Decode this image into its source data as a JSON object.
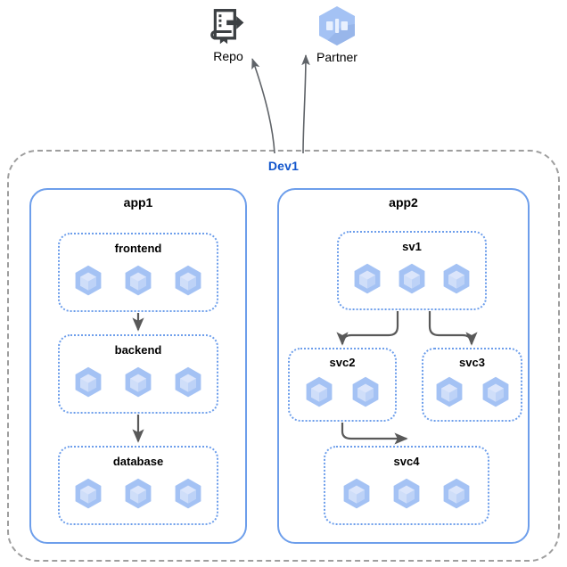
{
  "diagram": {
    "title": "Dev1",
    "environment_label": "Dev1",
    "accent_color": "#1155cc",
    "app_border_color": "#6d9eeb",
    "env_border_color": "#9e9e9e",
    "pod_color": "#a4c2f4",
    "pod_face_color": "#c9daf8",
    "arrow_color": "#595959"
  },
  "external_nodes": [
    {
      "id": "repo",
      "label": "Repo",
      "icon": "repository-export-icon"
    },
    {
      "id": "partner",
      "label": "Partner",
      "icon": "partner-hexagon-icon"
    }
  ],
  "apps": [
    {
      "id": "app1",
      "label": "app1",
      "services": [
        {
          "id": "frontend",
          "label": "frontend",
          "pod_count": 3,
          "pod_icon": "pod-cube-icon"
        },
        {
          "id": "backend",
          "label": "backend",
          "pod_count": 3,
          "pod_icon": "pod-cube-icon"
        },
        {
          "id": "database",
          "label": "database",
          "pod_count": 3,
          "pod_icon": "pod-cube-icon"
        }
      ]
    },
    {
      "id": "app2",
      "label": "app2",
      "services": [
        {
          "id": "sv1",
          "label": "sv1",
          "pod_count": 3,
          "pod_icon": "pod-cube-icon"
        },
        {
          "id": "svc2",
          "label": "svc2",
          "pod_count": 2,
          "pod_icon": "pod-cube-icon"
        },
        {
          "id": "svc3",
          "label": "svc3",
          "pod_count": 2,
          "pod_icon": "pod-cube-icon"
        },
        {
          "id": "svc4",
          "label": "svc4",
          "pod_count": 3,
          "pod_icon": "pod-cube-icon"
        }
      ]
    }
  ],
  "connections": [
    {
      "id": "frontend-to-backend",
      "from": "frontend",
      "to": "backend"
    },
    {
      "id": "backend-to-database",
      "from": "backend",
      "to": "database"
    },
    {
      "id": "sv1-to-svc2",
      "from": "sv1",
      "to": "svc2"
    },
    {
      "id": "sv1-to-svc3",
      "from": "sv1",
      "to": "svc3"
    },
    {
      "id": "svc2-to-svc4",
      "from": "svc2",
      "to": "svc4"
    },
    {
      "id": "dev1-to-repo",
      "from": "Dev1",
      "to": "Repo"
    },
    {
      "id": "dev1-to-partner",
      "from": "Dev1",
      "to": "Partner"
    }
  ]
}
